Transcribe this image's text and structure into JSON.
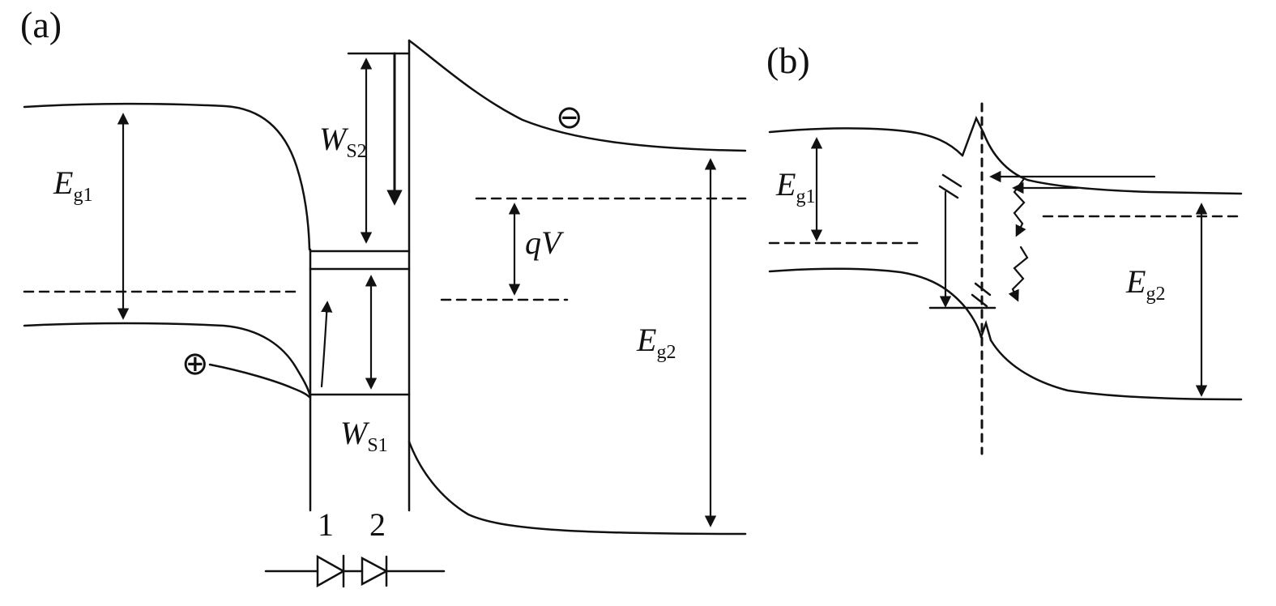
{
  "colors": {
    "ink": "#111111",
    "background": "#ffffff"
  },
  "panel_a": {
    "label": "(a)",
    "bandgap1": {
      "main": "E",
      "sub": "g1"
    },
    "depletion_top": {
      "main": "W",
      "sub": "S2"
    },
    "depletion_bottom": {
      "main": "W",
      "sub": "S1"
    },
    "bias": "qV",
    "bandgap2": {
      "main": "E",
      "sub": "g2"
    },
    "region_1": "1",
    "region_2": "2",
    "hole_symbol": "⊕",
    "electron_symbol": "⊖"
  },
  "panel_b": {
    "label": "(b)",
    "bandgap1": {
      "main": "E",
      "sub": "g1"
    },
    "bandgap2": {
      "main": "E",
      "sub": "g2"
    }
  }
}
